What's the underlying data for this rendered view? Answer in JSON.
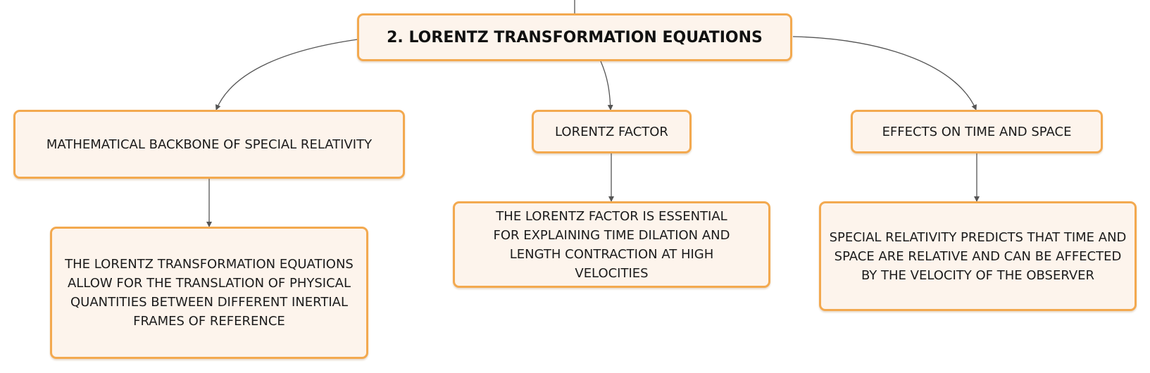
{
  "diagram": {
    "root": {
      "label": "2. LORENTZ TRANSFORMATION EQUATIONS"
    },
    "branches": [
      {
        "label": "MATHEMATICAL BACKBONE OF SPECIAL RELATIVITY",
        "detail": "THE LORENTZ TRANSFORMATION EQUATIONS ALLOW FOR THE TRANSLATION OF PHYSICAL QUANTITIES BETWEEN DIFFERENT INERTIAL FRAMES OF REFERENCE"
      },
      {
        "label": "LORENTZ FACTOR",
        "detail": "THE LORENTZ FACTOR IS ESSENTIAL FOR EXPLAINING TIME DILATION AND LENGTH CONTRACTION AT HIGH VELOCITIES"
      },
      {
        "label": "EFFECTS ON TIME AND SPACE",
        "detail": "SPECIAL RELATIVITY PREDICTS THAT TIME AND SPACE ARE RELATIVE AND CAN BE AFFECTED BY THE VELOCITY OF THE OBSERVER"
      }
    ]
  },
  "colors": {
    "node_border": "#f3a94f",
    "node_fill": "#fdf4ec",
    "connector": "#555555"
  }
}
